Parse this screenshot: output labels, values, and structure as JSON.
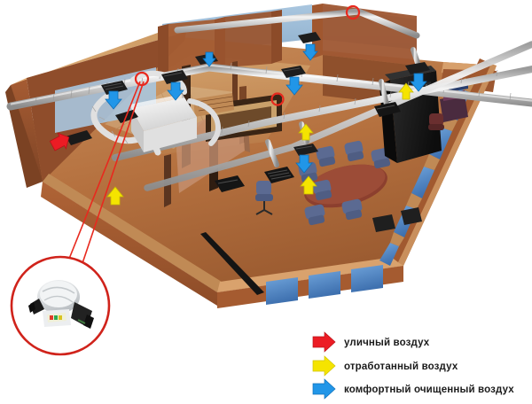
{
  "illustration": {
    "title": "3D cutaway of office ventilation system",
    "background_color": "#ffffff",
    "building": {
      "floor_color": "#b5713f",
      "floor_light_color": "#c08a55",
      "wall_outer_color": "#8a4a2a",
      "wall_front_color": "#9d5630",
      "wall_top_color": "#d9a26d",
      "wall_inner_color": "#a8613a",
      "window_glass_color": "#4f86c6",
      "sky_panel_color": "#9dbcd8",
      "partition_color": "#7a3f22"
    },
    "ducts": {
      "main_duct_color": "#cfcfcf",
      "duct_highlight_color": "#f2f2f2",
      "duct_shadow_color": "#8f8f8f",
      "flex_duct_color": "#dcdcdc",
      "marker_ring_color": "#e8291e",
      "marker_count": 4
    },
    "equipment": {
      "ahu_unit_color": "#ededed",
      "ahu_unit_shadow": "#bdbdbd",
      "grille_color": "#1d1d1d",
      "diffuser_color": "#2a2a2a",
      "cabinet_color": "#171717",
      "chair_color": "#5b6a92",
      "table_color": "#8c3f2e",
      "picture_frame_color": "#3a2515"
    },
    "callout": {
      "ring_color": "#d0231b",
      "leader_color": "#e8291e",
      "device_body_color": "#e6e8ea",
      "device_shadow_color": "#b9bec2",
      "device_accent_color": "#1a1a1a",
      "device_display_color": "#f0f0d8"
    },
    "arrows": {
      "supply_color": "#2196e8",
      "exhaust_color": "#f5e400",
      "outdoor_color": "#ec1c24",
      "supply_count": 7,
      "exhaust_count": 4,
      "outdoor_count": 1
    }
  },
  "legend": {
    "items": [
      {
        "color": "#ec1c24",
        "label": "уличный воздух",
        "direction": "right"
      },
      {
        "color": "#f5e400",
        "label": "отработанный воздух",
        "direction": "right"
      },
      {
        "color": "#2196e8",
        "label": "комфортный очищенный воздух",
        "direction": "right"
      }
    ]
  }
}
